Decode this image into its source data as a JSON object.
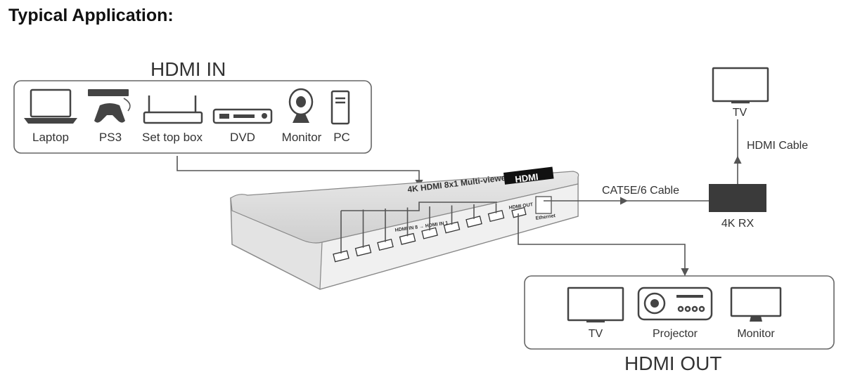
{
  "page": {
    "heading": "Typical Application:"
  },
  "hdmi_in": {
    "title": "HDMI IN",
    "sources": [
      "Laptop",
      "PS3",
      "Set top box",
      "DVD",
      "Monitor",
      "PC"
    ]
  },
  "device": {
    "model": "4K HDMI 8x1 Multi-viewer",
    "logo": "HDMI",
    "inputs_label": "HDMI IN 8 → HDMI IN 1",
    "hdmi_out_port": "HDMI OUT",
    "ethernet_port": "Ethernet",
    "input_count": 8
  },
  "links": {
    "cat_cable": "CAT5E/6 Cable",
    "hdmi_cable": "HDMI Cable"
  },
  "receiver": {
    "label": "4K RX"
  },
  "remote_tv": {
    "label": "TV"
  },
  "hdmi_out": {
    "title": "HDMI OUT",
    "displays": [
      "TV",
      "Projector",
      "Monitor"
    ]
  },
  "colors": {
    "line": "#555555",
    "device_face": "#dcdcdc",
    "receiver": "#3a3a3a"
  }
}
